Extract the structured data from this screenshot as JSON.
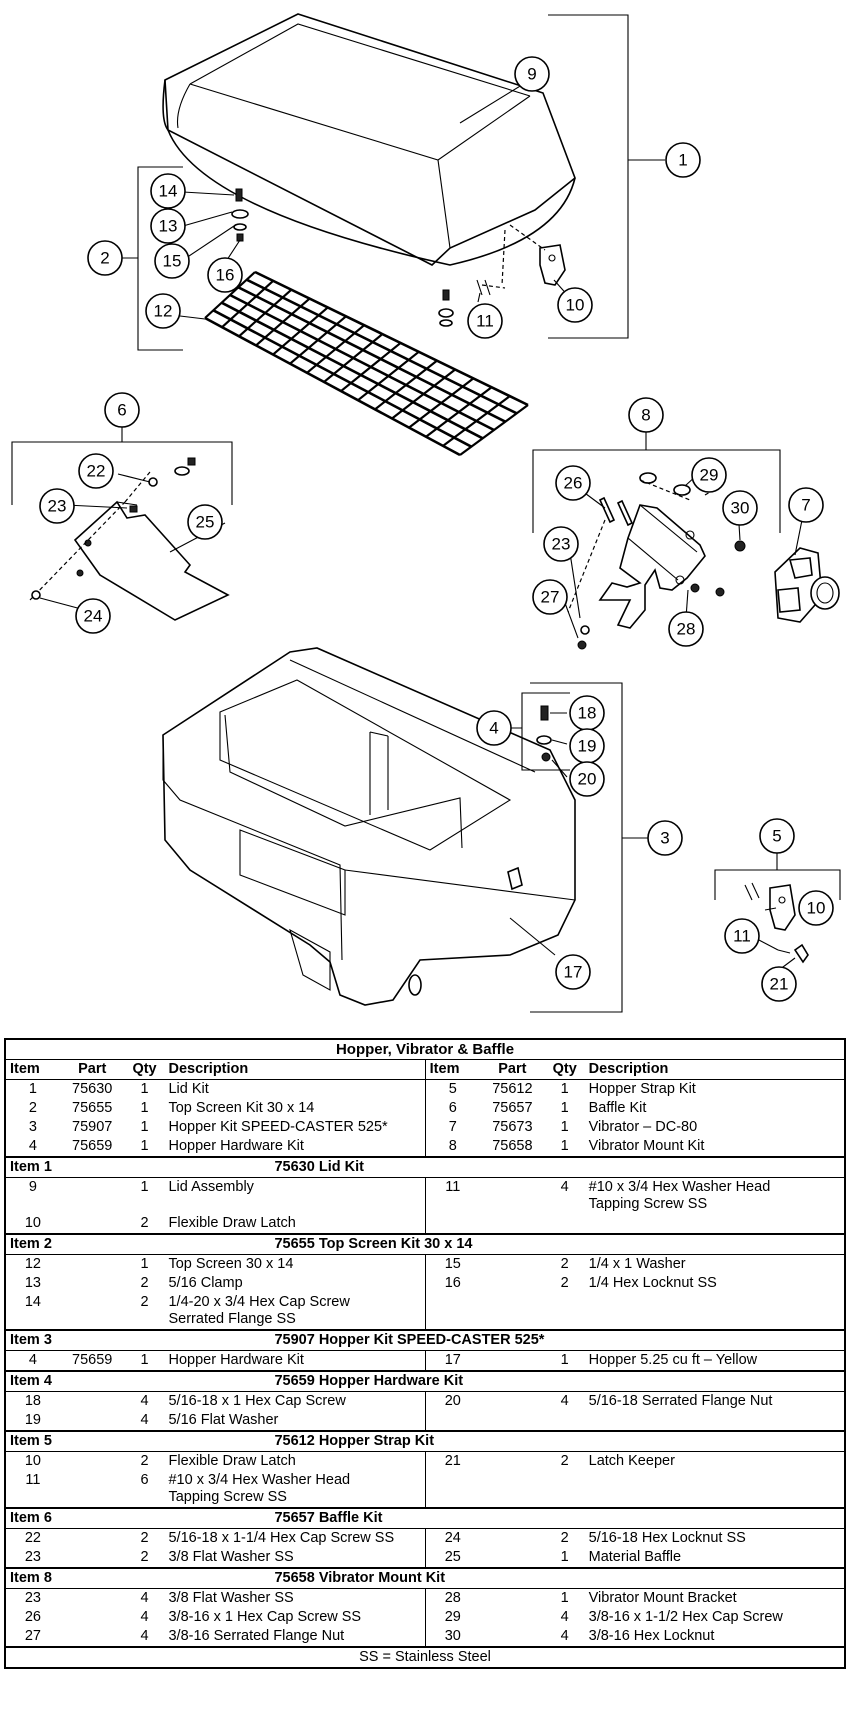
{
  "callouts": {
    "c1": "1",
    "c2": "2",
    "c3": "3",
    "c4": "4",
    "c5": "5",
    "c6": "6",
    "c7": "7",
    "c8": "8",
    "c9": "9",
    "c10a": "10",
    "c10b": "10",
    "c11a": "11",
    "c11b": "11",
    "c12": "12",
    "c13": "13",
    "c14": "14",
    "c15": "15",
    "c16": "16",
    "c17": "17",
    "c18": "18",
    "c19": "19",
    "c20": "20",
    "c21": "21",
    "c22": "22",
    "c23a": "23",
    "c23b": "23",
    "c24": "24",
    "c25": "25",
    "c26": "26",
    "c27": "27",
    "c28": "28",
    "c29": "29",
    "c30": "30"
  },
  "table": {
    "title": "Hopper, Vibrator & Baffle",
    "headers": [
      "Item",
      "Part",
      "Qty",
      "Description",
      "Item",
      "Part",
      "Qty",
      "Description"
    ],
    "summary": [
      [
        "1",
        "75630",
        "1",
        "Lid Kit",
        "5",
        "75612",
        "1",
        "Hopper Strap Kit"
      ],
      [
        "2",
        "75655",
        "1",
        "Top Screen Kit 30 x 14",
        "6",
        "75657",
        "1",
        "Baffle Kit"
      ],
      [
        "3",
        "75907",
        "1",
        "Hopper Kit SPEED-CASTER 525*",
        "7",
        "75673",
        "1",
        "Vibrator – DC-80"
      ],
      [
        "4",
        "75659",
        "1",
        "Hopper Hardware Kit",
        "8",
        "75658",
        "1",
        "Vibrator Mount Kit"
      ]
    ],
    "sections": [
      {
        "item": "Item 1",
        "title": "75630  Lid Kit",
        "rows": [
          [
            "9",
            "",
            "1",
            "Lid Assembly",
            "11",
            "",
            "4",
            "#10 x 3/4 Hex Washer Head\nTapping Screw SS"
          ],
          [
            "10",
            "",
            "2",
            "Flexible Draw Latch",
            "",
            "",
            "",
            ""
          ]
        ]
      },
      {
        "item": "Item 2",
        "title": "75655  Top Screen Kit 30 x 14",
        "rows": [
          [
            "12",
            "",
            "1",
            "Top Screen 30 x 14",
            "15",
            "",
            "2",
            "1/4 x 1 Washer"
          ],
          [
            "13",
            "",
            "2",
            "5/16 Clamp",
            "16",
            "",
            "2",
            "1/4 Hex Locknut SS"
          ],
          [
            "14",
            "",
            "2",
            "1/4-20 x 3/4 Hex Cap Screw\nSerrated Flange SS",
            "",
            "",
            "",
            ""
          ]
        ]
      },
      {
        "item": "Item 3",
        "title": "75907  Hopper Kit SPEED-CASTER 525*",
        "rows": [
          [
            "4",
            "75659",
            "1",
            "Hopper Hardware Kit",
            "17",
            "",
            "1",
            "Hopper 5.25 cu ft – Yellow"
          ]
        ]
      },
      {
        "item": "Item 4",
        "title": "75659  Hopper Hardware Kit",
        "rows": [
          [
            "18",
            "",
            "4",
            "5/16-18 x 1 Hex Cap Screw",
            "20",
            "",
            "4",
            "5/16-18 Serrated Flange Nut"
          ],
          [
            "19",
            "",
            "4",
            "5/16 Flat Washer",
            "",
            "",
            "",
            ""
          ]
        ]
      },
      {
        "item": "Item 5",
        "title": "75612  Hopper Strap Kit",
        "rows": [
          [
            "10",
            "",
            "2",
            "Flexible Draw Latch",
            "21",
            "",
            "2",
            "Latch Keeper"
          ],
          [
            "11",
            "",
            "6",
            "#10 x 3/4 Hex Washer Head\nTapping Screw SS",
            "",
            "",
            "",
            ""
          ]
        ]
      },
      {
        "item": "Item 6",
        "title": "75657  Baffle Kit",
        "rows": [
          [
            "22",
            "",
            "2",
            "5/16-18 x 1-1/4 Hex Cap Screw SS",
            "24",
            "",
            "2",
            "5/16-18 Hex Locknut SS"
          ],
          [
            "23",
            "",
            "2",
            "3/8 Flat Washer SS",
            "25",
            "",
            "1",
            "Material Baffle"
          ]
        ]
      },
      {
        "item": "Item 8",
        "title": "75658  Vibrator Mount Kit",
        "rows": [
          [
            "23",
            "",
            "4",
            "3/8 Flat Washer SS",
            "28",
            "",
            "1",
            "Vibrator Mount Bracket"
          ],
          [
            "26",
            "",
            "4",
            "3/8-16 x 1 Hex Cap Screw SS",
            "29",
            "",
            "4",
            "3/8-16 x 1-1/2 Hex Cap Screw"
          ],
          [
            "27",
            "",
            "4",
            "3/8-16 Serrated Flange Nut",
            "30",
            "",
            "4",
            "3/8-16 Hex Locknut"
          ]
        ]
      }
    ],
    "footer": "SS = Stainless Steel"
  }
}
